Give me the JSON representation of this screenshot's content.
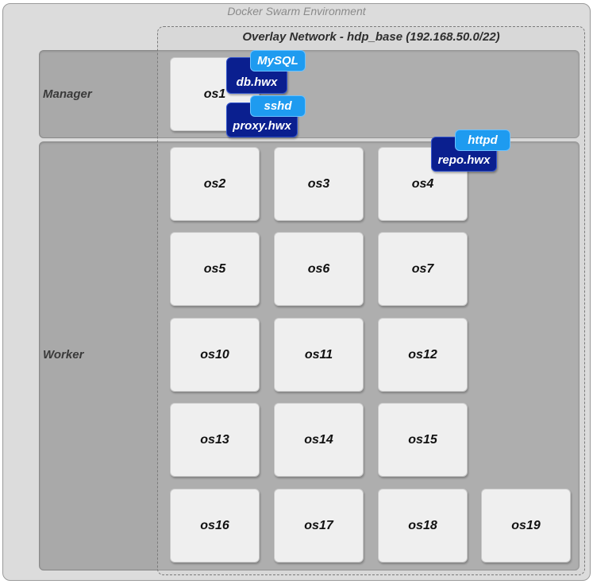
{
  "swarm": {
    "title": "Docker Swarm Environment"
  },
  "overlay": {
    "title": "Overlay Network - hdp_base (192.168.50.0/22)"
  },
  "rows": {
    "manager": "Manager",
    "worker": "Worker"
  },
  "hosts": {
    "os1": "os1",
    "os2": "os2",
    "os3": "os3",
    "os4": "os4",
    "os5": "os5",
    "os6": "os6",
    "os7": "os7",
    "os10": "os10",
    "os11": "os11",
    "os12": "os12",
    "os13": "os13",
    "os14": "os14",
    "os15": "os15",
    "os16": "os16",
    "os17": "os17",
    "os18": "os18",
    "os19": "os19"
  },
  "containers": {
    "db": {
      "name": "db.hwx",
      "service": "MySQL"
    },
    "proxy": {
      "name": "proxy.hwx",
      "service": "sshd"
    },
    "repo": {
      "name": "repo.hwx",
      "service": "httpd"
    }
  },
  "colors": {
    "container": "#0a1f8f",
    "service": "#1e9bf0",
    "host": "#efefef",
    "band": "#a9a9a9",
    "swarm": "#dcdcdc"
  }
}
